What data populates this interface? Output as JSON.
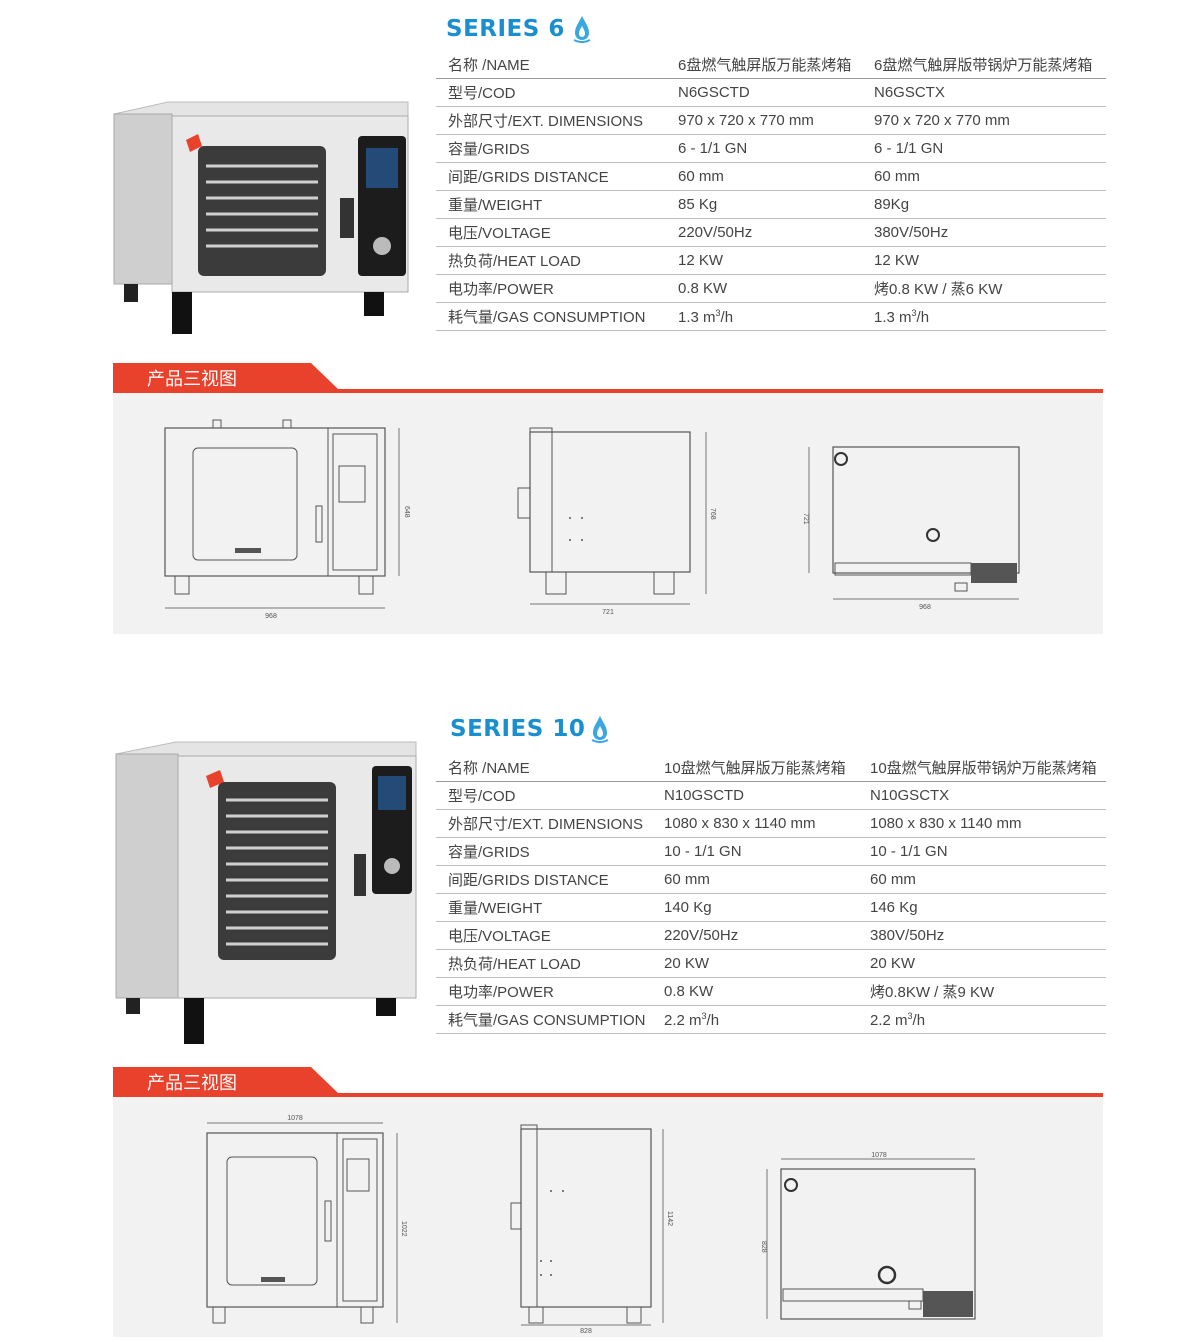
{
  "series6": {
    "title": "SERIES 6",
    "icon": "water-drop-icon",
    "accent": "#1a8fd0",
    "rows": [
      {
        "label": "名称 /NAME",
        "v1": "6盘燃气触屏版万能蒸烤箱",
        "v2": "6盘燃气触屏版带锅炉万能蒸烤箱"
      },
      {
        "label": "型号/COD",
        "v1": "N6GSCTD",
        "v2": "N6GSCTX"
      },
      {
        "label": "外部尺寸/EXT. DIMENSIONS",
        "v1": "970 x 720 x 770 mm",
        "v2": "970 x 720 x 770 mm"
      },
      {
        "label": "容量/GRIDS",
        "v1": "6 - 1/1 GN",
        "v2": "6 - 1/1 GN"
      },
      {
        "label": "间距/GRIDS DISTANCE",
        "v1": "60 mm",
        "v2": "60 mm"
      },
      {
        "label": "重量/WEIGHT",
        "v1": "85 Kg",
        "v2": "89Kg"
      },
      {
        "label": "电压/VOLTAGE",
        "v1": "220V/50Hz",
        "v2": "380V/50Hz"
      },
      {
        "label": "热负荷/HEAT  LOAD",
        "v1": "12 KW",
        "v2": "12 KW"
      },
      {
        "label": "电功率/POWER",
        "v1": "0.8 KW",
        "v2": "烤0.8 KW  / 蒸6 KW"
      },
      {
        "label": "耗气量/GAS CONSUMPTION",
        "v1": "1.3 m",
        "v1sup": "3",
        "v1tail": "/h",
        "v2": "1.3 m",
        "v2sup": "3",
        "v2tail": "/h"
      }
    ],
    "banner": "产品三视图",
    "dims": {
      "front_w": "968",
      "front_h": "648",
      "side_d": "721",
      "side_h": "768",
      "top_w": "968",
      "top_d": "721"
    }
  },
  "series10": {
    "title": "SERIES 10",
    "icon": "water-drop-icon",
    "rows": [
      {
        "label": "名称 /NAME",
        "v1": "10盘燃气触屏版万能蒸烤箱",
        "v2": "10盘燃气触屏版带锅炉万能蒸烤箱"
      },
      {
        "label": "型号/COD",
        "v1": "N10GSCTD",
        "v2": "N10GSCTX"
      },
      {
        "label": "外部尺寸/EXT. DIMENSIONS",
        "v1": "1080 x 830 x 1140 mm",
        "v2": "1080 x 830 x 1140 mm"
      },
      {
        "label": "容量/GRIDS",
        "v1": "10 - 1/1 GN",
        "v2": "10 - 1/1 GN"
      },
      {
        "label": "间距/GRIDS DISTANCE",
        "v1": "60 mm",
        "v2": "60 mm"
      },
      {
        "label": "重量/WEIGHT",
        "v1": "140 Kg",
        "v2": "146 Kg"
      },
      {
        "label": "电压/VOLTAGE",
        "v1": "220V/50Hz",
        "v2": "380V/50Hz"
      },
      {
        "label": "热负荷/HEAT  LOAD",
        "v1": "20 KW",
        "v2": "20 KW"
      },
      {
        "label": "电功率/POWER",
        "v1": "0.8 KW",
        "v2": "烤0.8KW  / 蒸9 KW"
      },
      {
        "label": "耗气量/GAS CONSUMPTION",
        "v1": "2.2 m",
        "v1sup": "3",
        "v1tail": "/h",
        "v2": "2.2 m",
        "v2sup": "3",
        "v2tail": "/h"
      }
    ],
    "banner": "产品三视图",
    "dims": {
      "front_w": "1078",
      "front_h": "1022",
      "side_d": "828",
      "side_h": "1142",
      "top_w": "1078",
      "top_d": "828"
    }
  }
}
